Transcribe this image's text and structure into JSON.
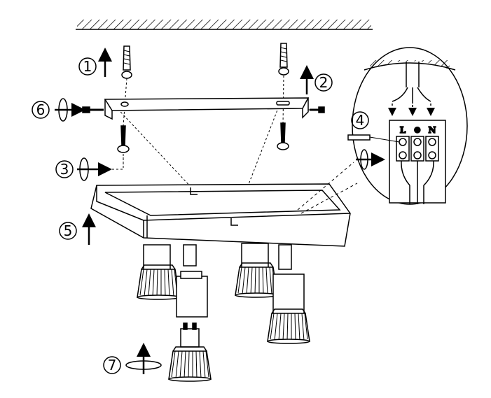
{
  "diagram": {
    "steps": [
      {
        "label": "1"
      },
      {
        "label": "2"
      },
      {
        "label": "3"
      },
      {
        "label": "4"
      },
      {
        "label": "5"
      },
      {
        "label": "6"
      },
      {
        "label": "7"
      }
    ],
    "terminals": {
      "live": "L",
      "earth": "⊕",
      "neutral": "N"
    },
    "colors": {
      "line": "#000000",
      "background": "#ffffff"
    }
  }
}
